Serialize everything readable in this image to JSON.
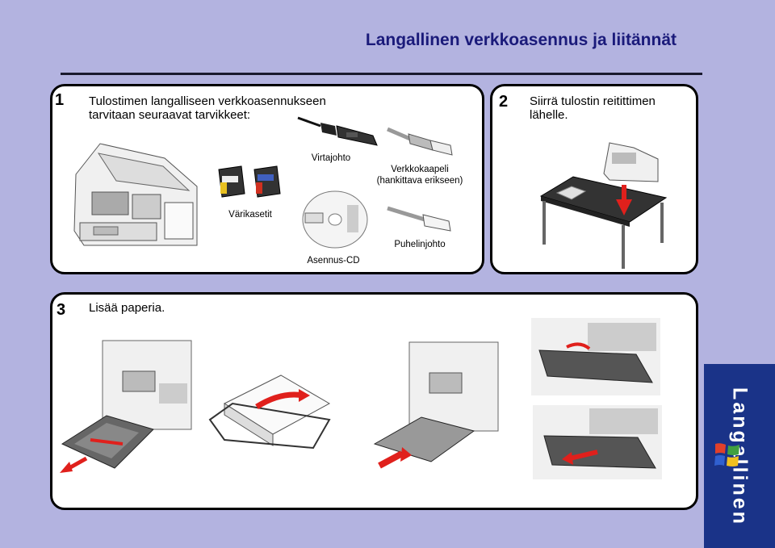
{
  "header": {
    "title": "Langallinen verkkoasennus ja liitännät"
  },
  "step1": {
    "number": "1",
    "text_line1": "Tulostimen langalliseen verkkoasennukseen",
    "text_line2": "tarvitaan seuraavat tarvikkeet:",
    "labels": {
      "power_cord": "Virtajohto",
      "network_cable_line1": "Verkkokaapeli",
      "network_cable_line2": "(hankittava erikseen)",
      "cartridges": "Värikasetit",
      "phone_cord": "Puhelinjohto",
      "cd": "Asennus-CD"
    }
  },
  "step2": {
    "number": "2",
    "text_line1": "Siirrä tulostin reitittimen",
    "text_line2": "lähelle."
  },
  "step3": {
    "number": "3",
    "text": "Lisää paperia."
  },
  "side_tab": {
    "label": "Langallinen"
  },
  "colors": {
    "title": "#1a1a7a",
    "background": "#b3b3e0",
    "tab": "#1a3388",
    "arrow": "#e0201c"
  }
}
